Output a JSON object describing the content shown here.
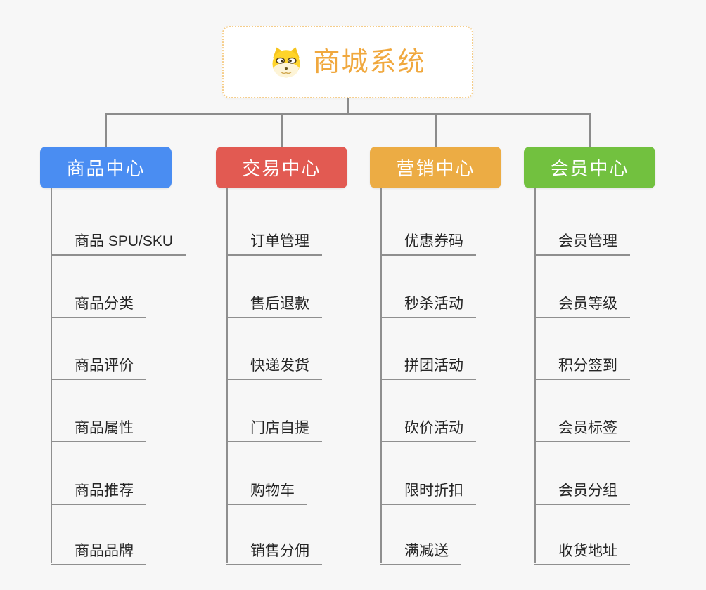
{
  "root": {
    "title": "商城系统",
    "icon": "doge-icon"
  },
  "branches": [
    {
      "label": "商品中心",
      "color": "#4a8df2",
      "children": [
        "商品 SPU/SKU",
        "商品分类",
        "商品评价",
        "商品属性",
        "商品推荐",
        "商品品牌"
      ]
    },
    {
      "label": "交易中心",
      "color": "#e25a52",
      "children": [
        "订单管理",
        "售后退款",
        "快递发货",
        "门店自提",
        "购物车",
        "销售分佣"
      ]
    },
    {
      "label": "营销中心",
      "color": "#ecac44",
      "children": [
        "优惠券码",
        "秒杀活动",
        "拼团活动",
        "砍价活动",
        "限时折扣",
        "满减送"
      ]
    },
    {
      "label": "会员中心",
      "color": "#72c13f",
      "children": [
        "会员管理",
        "会员等级",
        "积分签到",
        "会员标签",
        "会员分组",
        "收货地址"
      ]
    }
  ],
  "colors": {
    "background": "#f7f7f7",
    "connector": "#8c8c8c",
    "leaf_line": "#8f8f8f",
    "leaf_text": "#262626",
    "root_text": "#f0a83e",
    "root_border": "#f5cd8a"
  }
}
